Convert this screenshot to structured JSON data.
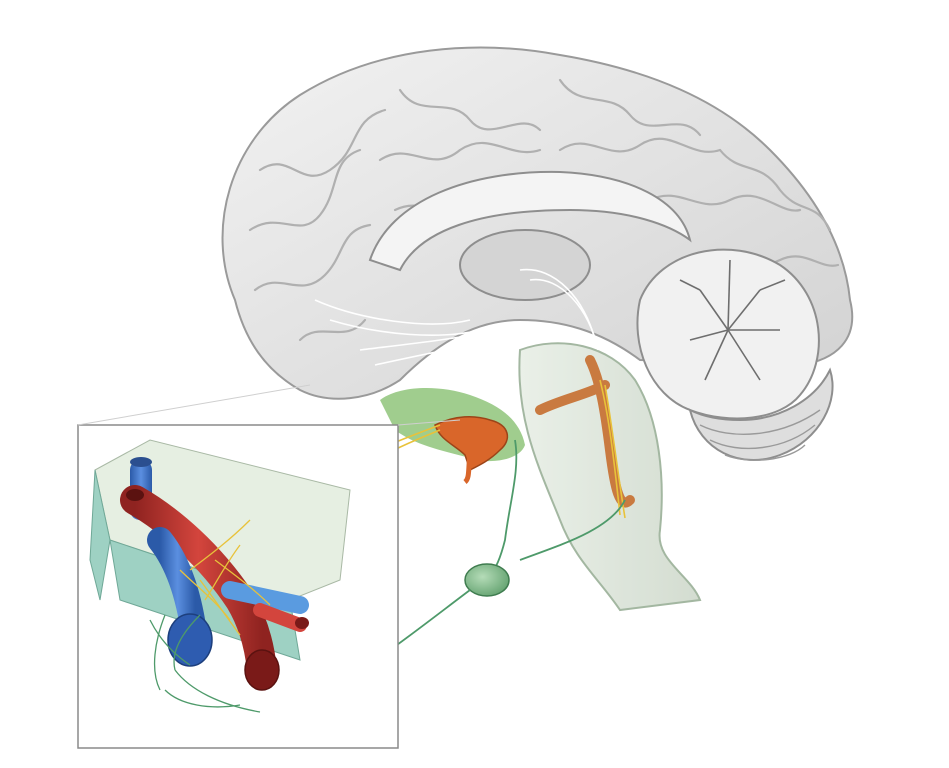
{
  "colors": {
    "background": "#ffffff",
    "brain_fill": "#e6e6e6",
    "brain_outline": "#9a9a9a",
    "gyri_lines": "#b8b8b8",
    "cerebellum_fill": "#f0f0f0",
    "brainstem_fill": "#dce8d8",
    "hypothalamus_green": "#8fc47a",
    "pituitary_orange": "#d9662a",
    "dopamine_tract_orange": "#c97a40",
    "nerve_yellow": "#e8c23a",
    "nerve_green": "#4e9a6a",
    "ganglion_green": "#7dbb8a",
    "artery_red": "#b8332e",
    "vein_blue": "#3f74c9",
    "inset_border": "#8a8a8a"
  },
  "icons": [
    "brain-sagittal-section",
    "cerebellum",
    "brainstem",
    "pituitary-gland",
    "ganglion",
    "blood-vessels-inset"
  ]
}
